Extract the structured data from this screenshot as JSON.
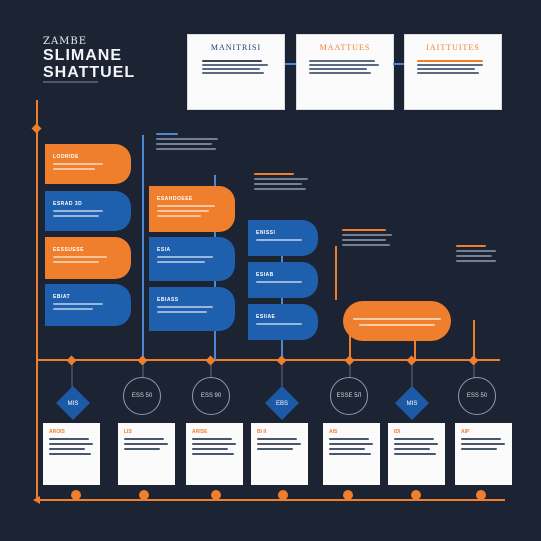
{
  "header": {
    "kicker": "ZAMBE",
    "title_line1": "SLIMANE",
    "title_line2": "SHATTUEL"
  },
  "top_cards": [
    {
      "title": "MANITRISI"
    },
    {
      "title": "MAATTUES"
    },
    {
      "title": "IAITTUITES"
    }
  ],
  "pills": [
    {
      "label": "LODRIDE",
      "color": "orange"
    },
    {
      "label": "ESRAD 3D",
      "color": "blue"
    },
    {
      "label": "EESSUESE",
      "color": "orange"
    },
    {
      "label": "EBIAT",
      "color": "blue"
    }
  ],
  "mid_pills": [
    {
      "label": "ESAHDOEEE",
      "color": "orange"
    },
    {
      "label": "ESIA",
      "color": "blue"
    },
    {
      "label": "EBIASS",
      "color": "blue"
    }
  ],
  "right_pills": [
    {
      "label": "ENISSI",
      "color": "blue"
    },
    {
      "label": "ESIAB",
      "color": "blue"
    },
    {
      "label": "ESIIAE",
      "color": "blue"
    }
  ],
  "milestones": [
    {
      "kind": "diamond",
      "label": "MIS"
    },
    {
      "kind": "circle",
      "label": "ESS 50"
    },
    {
      "kind": "circle",
      "label": "ESS 90"
    },
    {
      "kind": "diamond",
      "label": "EBS"
    },
    {
      "kind": "circle",
      "label": "ESSE 5Л"
    },
    {
      "kind": "diamond",
      "label": "MIS"
    },
    {
      "kind": "circle",
      "label": "ESS 50"
    }
  ],
  "bottom_cards": [
    {
      "title": "AROIS"
    },
    {
      "title": "LIS"
    },
    {
      "title": "ARISE"
    },
    {
      "title": "BI II"
    },
    {
      "title": "AIS"
    },
    {
      "title": "IDI"
    },
    {
      "title": "AIP"
    }
  ],
  "colors": {
    "background": "#1c2434",
    "orange": "#ef7f2c",
    "blue": "#1e5fae"
  }
}
